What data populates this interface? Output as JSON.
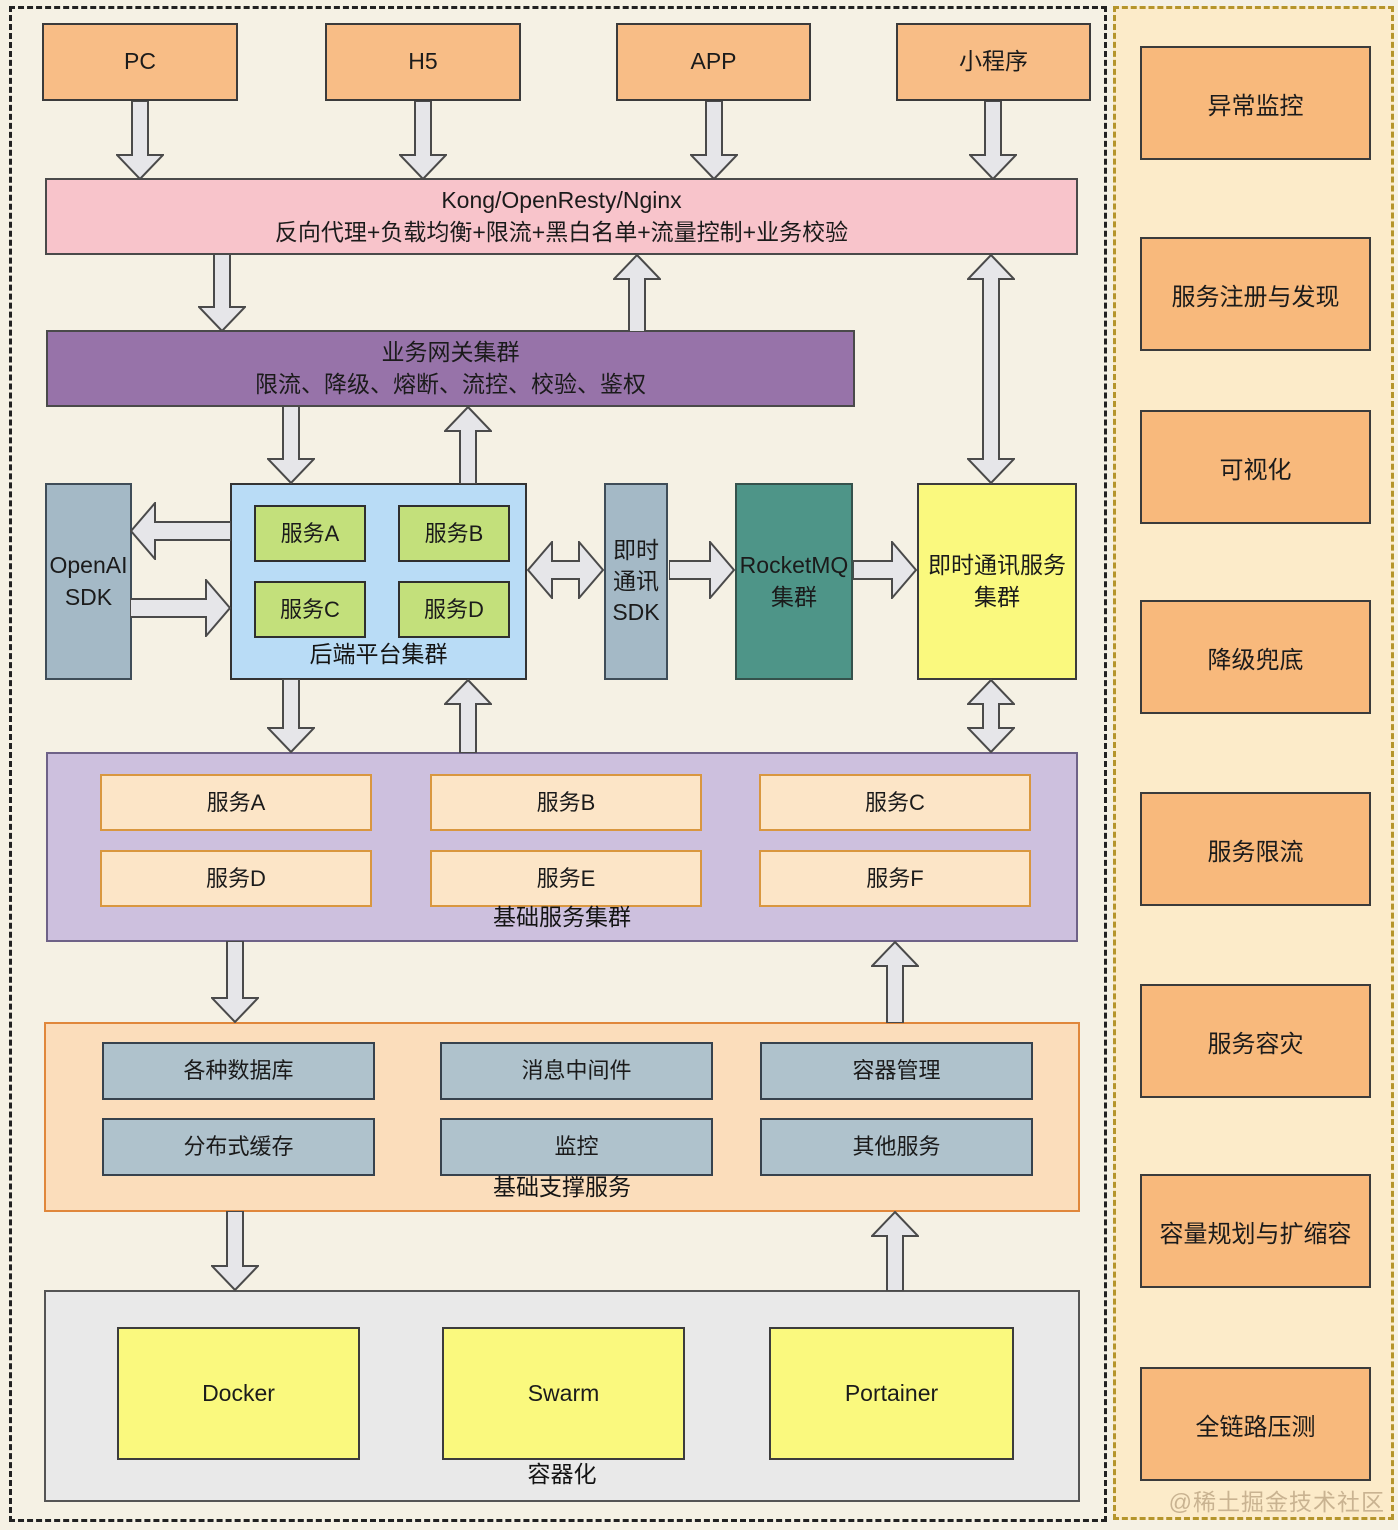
{
  "clients": [
    "PC",
    "H5",
    "APP",
    "小程序"
  ],
  "kong": {
    "title": "Kong/OpenResty/Nginx",
    "subtitle": "反向代理+负载均衡+限流+黑白名单+流量控制+业务校验"
  },
  "biz_gateway": {
    "title": "业务网关集群",
    "subtitle": "限流、降级、熔断、流控、校验、鉴权"
  },
  "openai_sdk": {
    "line1": "OpenAI",
    "line2": "SDK"
  },
  "platform": {
    "label": "后端平台集群",
    "services": [
      "服务A",
      "服务B",
      "服务C",
      "服务D"
    ]
  },
  "im_sdk": {
    "line1": "即时",
    "line2": "通讯",
    "line3": "SDK"
  },
  "rocketmq": {
    "line1": "RocketMQ",
    "line2": "集群"
  },
  "im_cluster": {
    "line1": "即时通讯服务",
    "line2": "集群"
  },
  "base_services": {
    "label": "基础服务集群",
    "services": [
      "服务A",
      "服务B",
      "服务C",
      "服务D",
      "服务E",
      "服务F"
    ]
  },
  "support_services": {
    "label": "基础支撑服务",
    "services": [
      "各种数据库",
      "消息中间件",
      "容器管理",
      "分布式缓存",
      "监控",
      "其他服务"
    ]
  },
  "containerization": {
    "label": "容器化",
    "services": [
      "Docker",
      "Swarm",
      "Portainer"
    ]
  },
  "sidebar": {
    "items": [
      "异常监控",
      "服务注册与发现",
      "可视化",
      "降级兜底",
      "服务限流",
      "服务容灾",
      "容量规划与扩缩容",
      "全链路压测"
    ]
  },
  "watermark": "@稀土掘金技术社区",
  "colors": {
    "background": "#F5F1E4",
    "client_box": "#F8BD86",
    "kong_box": "#F8C4CB",
    "gateway_box": "#9773A9",
    "platform_box": "#B9DCF6",
    "service_green": "#C3E07B",
    "sdk_gray": "#A4B9C6",
    "rocketmq_teal": "#4E9588",
    "im_yellow": "#FAF97E",
    "base_container": "#CDC0DE",
    "base_item": "#FCE5C7",
    "support_container": "#FBDDBB",
    "support_item": "#AFC2CC",
    "container_section": "#E9E9E9",
    "docker_yellow": "#FAF97E",
    "sidebar_bg": "#FCEBC9",
    "sidebar_item": "#F8B97C",
    "sidebar_border": "#B5952C",
    "arrow_fill": "#E6E6E9"
  }
}
